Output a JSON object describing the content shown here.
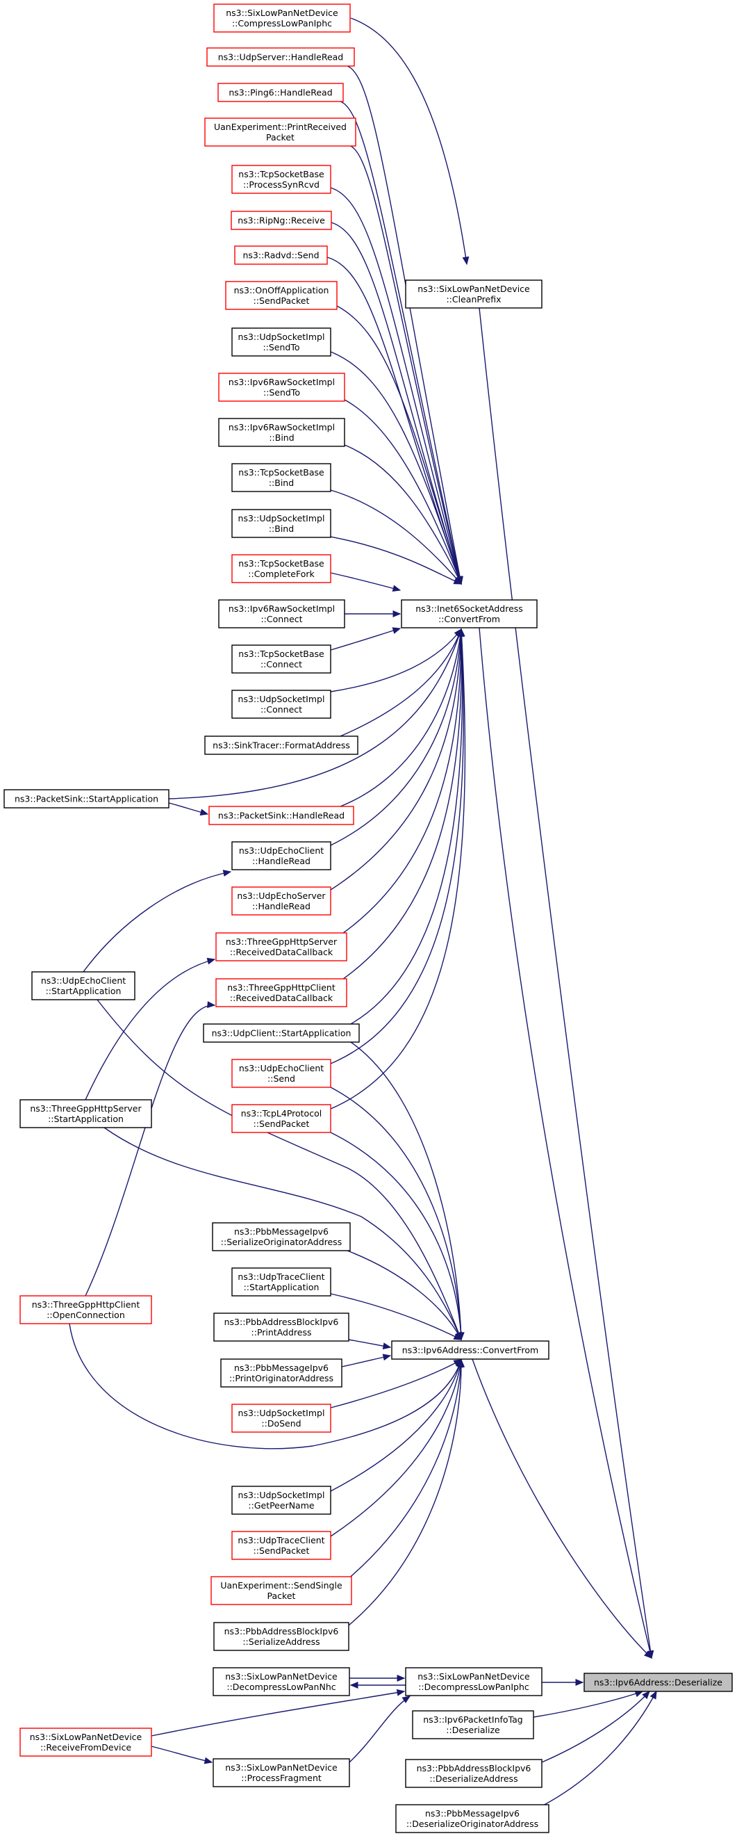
{
  "colors": {
    "edge": "#191970",
    "border_black": "#000000",
    "border_red": "#ff0000",
    "target_fill": "#bfbfbf",
    "background": "#ffffff"
  },
  "nodes": {
    "deserialize": {
      "lines": [
        "ns3::Ipv6Address::Deserialize"
      ],
      "border": "black",
      "highlight": true
    },
    "cleanPrefix": {
      "lines": [
        "ns3::SixLowPanNetDevice",
        "::CleanPrefix"
      ],
      "border": "black"
    },
    "inet6ConvertFrom": {
      "lines": [
        "ns3::Inet6SocketAddress",
        "::ConvertFrom"
      ],
      "border": "black"
    },
    "ipv6ConvertFrom": {
      "lines": [
        "ns3::Ipv6Address::ConvertFrom"
      ],
      "border": "black"
    },
    "decompressLowPanIphc": {
      "lines": [
        "ns3::SixLowPanNetDevice",
        "::DecompressLowPanIphc"
      ],
      "border": "black"
    },
    "ipv6PacketInfoTagDeserialize": {
      "lines": [
        "ns3::Ipv6PacketInfoTag",
        "::Deserialize"
      ],
      "border": "black"
    },
    "pbbAddressBlockDeserializeAddress": {
      "lines": [
        "ns3::PbbAddressBlockIpv6",
        "::DeserializeAddress"
      ],
      "border": "black"
    },
    "pbbMessageDeserializeOriginator": {
      "lines": [
        "ns3::PbbMessageIpv6",
        "::DeserializeOriginatorAddress"
      ],
      "border": "black"
    },
    "compressLowPanIphc": {
      "lines": [
        "ns3::SixLowPanNetDevice",
        "::CompressLowPanIphc"
      ],
      "border": "red"
    },
    "udpServerHandleRead": {
      "lines": [
        "ns3::UdpServer::HandleRead"
      ],
      "border": "red"
    },
    "ping6HandleRead": {
      "lines": [
        "ns3::Ping6::HandleRead"
      ],
      "border": "red"
    },
    "uanPrintReceived": {
      "lines": [
        "UanExperiment::PrintReceived",
        "Packet"
      ],
      "border": "red"
    },
    "tcpProcessSynRcvd": {
      "lines": [
        "ns3::TcpSocketBase",
        "::ProcessSynRcvd"
      ],
      "border": "red"
    },
    "ripNgReceive": {
      "lines": [
        "ns3::RipNg::Receive"
      ],
      "border": "red"
    },
    "radvdSend": {
      "lines": [
        "ns3::Radvd::Send"
      ],
      "border": "red"
    },
    "onOffSendPacket": {
      "lines": [
        "ns3::OnOffApplication",
        "::SendPacket"
      ],
      "border": "red"
    },
    "udpSocketSendTo": {
      "lines": [
        "ns3::UdpSocketImpl",
        "::SendTo"
      ],
      "border": "black"
    },
    "ipv6RawSendTo": {
      "lines": [
        "ns3::Ipv6RawSocketImpl",
        "::SendTo"
      ],
      "border": "red"
    },
    "ipv6RawBind": {
      "lines": [
        "ns3::Ipv6RawSocketImpl",
        "::Bind"
      ],
      "border": "black"
    },
    "tcpBind": {
      "lines": [
        "ns3::TcpSocketBase",
        "::Bind"
      ],
      "border": "black"
    },
    "udpSocketBind": {
      "lines": [
        "ns3::UdpSocketImpl",
        "::Bind"
      ],
      "border": "black"
    },
    "tcpCompleteFork": {
      "lines": [
        "ns3::TcpSocketBase",
        "::CompleteFork"
      ],
      "border": "red"
    },
    "ipv6RawConnect": {
      "lines": [
        "ns3::Ipv6RawSocketImpl",
        "::Connect"
      ],
      "border": "black"
    },
    "tcpConnect": {
      "lines": [
        "ns3::TcpSocketBase",
        "::Connect"
      ],
      "border": "black"
    },
    "udpSocketConnect": {
      "lines": [
        "ns3::UdpSocketImpl",
        "::Connect"
      ],
      "border": "black"
    },
    "sinkTracerFormat": {
      "lines": [
        "ns3::SinkTracer::FormatAddress"
      ],
      "border": "black"
    },
    "packetSinkStart": {
      "lines": [
        "ns3::PacketSink::StartApplication"
      ],
      "border": "black"
    },
    "packetSinkHandleRead": {
      "lines": [
        "ns3::PacketSink::HandleRead"
      ],
      "border": "red"
    },
    "udpEchoClientHandleRead": {
      "lines": [
        "ns3::UdpEchoClient",
        "::HandleRead"
      ],
      "border": "black"
    },
    "udpEchoServerHandleRead": {
      "lines": [
        "ns3::UdpEchoServer",
        "::HandleRead"
      ],
      "border": "red"
    },
    "udpEchoClientStart": {
      "lines": [
        "ns3::UdpEchoClient",
        "::StartApplication"
      ],
      "border": "black"
    },
    "threeGppServerReceived": {
      "lines": [
        "ns3::ThreeGppHttpServer",
        "::ReceivedDataCallback"
      ],
      "border": "red"
    },
    "threeGppClientReceived": {
      "lines": [
        "ns3::ThreeGppHttpClient",
        "::ReceivedDataCallback"
      ],
      "border": "red"
    },
    "udpClientStart": {
      "lines": [
        "ns3::UdpClient::StartApplication"
      ],
      "border": "black"
    },
    "udpEchoClientSend": {
      "lines": [
        "ns3::UdpEchoClient",
        "::Send"
      ],
      "border": "red"
    },
    "tcpL4SendPacket": {
      "lines": [
        "ns3::TcpL4Protocol",
        "::SendPacket"
      ],
      "border": "red"
    },
    "threeGppServerStart": {
      "lines": [
        "ns3::ThreeGppHttpServer",
        "::StartApplication"
      ],
      "border": "black"
    },
    "pbbMessageSerializeOriginator": {
      "lines": [
        "ns3::PbbMessageIpv6",
        "::SerializeOriginatorAddress"
      ],
      "border": "black"
    },
    "udpTraceClientStart": {
      "lines": [
        "ns3::UdpTraceClient",
        "::StartApplication"
      ],
      "border": "black"
    },
    "pbbAddressBlockPrintAddress": {
      "lines": [
        "ns3::PbbAddressBlockIpv6",
        "::PrintAddress"
      ],
      "border": "black"
    },
    "pbbMessagePrintOriginator": {
      "lines": [
        "ns3::PbbMessageIpv6",
        "::PrintOriginatorAddress"
      ],
      "border": "black"
    },
    "threeGppClientOpen": {
      "lines": [
        "ns3::ThreeGppHttpClient",
        "::OpenConnection"
      ],
      "border": "red"
    },
    "udpSocketDoSend": {
      "lines": [
        "ns3::UdpSocketImpl",
        "::DoSend"
      ],
      "border": "red"
    },
    "udpSocketGetPeerName": {
      "lines": [
        "ns3::UdpSocketImpl",
        "::GetPeerName"
      ],
      "border": "black"
    },
    "udpTraceClientSendPacket": {
      "lines": [
        "ns3::UdpTraceClient",
        "::SendPacket"
      ],
      "border": "red"
    },
    "uanSendSingle": {
      "lines": [
        "UanExperiment::SendSingle",
        "Packet"
      ],
      "border": "red"
    },
    "pbbAddressBlockSerializeAddress": {
      "lines": [
        "ns3::PbbAddressBlockIpv6",
        "::SerializeAddress"
      ],
      "border": "black"
    },
    "decompressLowPanNhc": {
      "lines": [
        "ns3::SixLowPanNetDevice",
        "::DecompressLowPanNhc"
      ],
      "border": "black"
    },
    "receiveFromDevice": {
      "lines": [
        "ns3::SixLowPanNetDevice",
        "::ReceiveFromDevice"
      ],
      "border": "red"
    },
    "processFragment": {
      "lines": [
        "ns3::SixLowPanNetDevice",
        "::ProcessFragment"
      ],
      "border": "black"
    }
  },
  "edges": [
    [
      "compressLowPanIphc",
      "cleanPrefix"
    ],
    [
      "cleanPrefix",
      "deserialize"
    ],
    [
      "udpServerHandleRead",
      "inet6ConvertFrom"
    ],
    [
      "ping6HandleRead",
      "inet6ConvertFrom"
    ],
    [
      "uanPrintReceived",
      "inet6ConvertFrom"
    ],
    [
      "tcpProcessSynRcvd",
      "inet6ConvertFrom"
    ],
    [
      "ripNgReceive",
      "inet6ConvertFrom"
    ],
    [
      "radvdSend",
      "inet6ConvertFrom"
    ],
    [
      "onOffSendPacket",
      "inet6ConvertFrom"
    ],
    [
      "udpSocketSendTo",
      "inet6ConvertFrom"
    ],
    [
      "ipv6RawSendTo",
      "inet6ConvertFrom"
    ],
    [
      "ipv6RawBind",
      "inet6ConvertFrom"
    ],
    [
      "tcpBind",
      "inet6ConvertFrom"
    ],
    [
      "udpSocketBind",
      "inet6ConvertFrom"
    ],
    [
      "tcpCompleteFork",
      "inet6ConvertFrom"
    ],
    [
      "ipv6RawConnect",
      "inet6ConvertFrom"
    ],
    [
      "tcpConnect",
      "inet6ConvertFrom"
    ],
    [
      "udpSocketConnect",
      "inet6ConvertFrom"
    ],
    [
      "sinkTracerFormat",
      "inet6ConvertFrom"
    ],
    [
      "packetSinkStart",
      "inet6ConvertFrom"
    ],
    [
      "packetSinkStart",
      "packetSinkHandleRead"
    ],
    [
      "packetSinkHandleRead",
      "inet6ConvertFrom"
    ],
    [
      "udpEchoClientHandleRead",
      "inet6ConvertFrom"
    ],
    [
      "udpEchoServerHandleRead",
      "inet6ConvertFrom"
    ],
    [
      "threeGppServerReceived",
      "inet6ConvertFrom"
    ],
    [
      "threeGppClientReceived",
      "inet6ConvertFrom"
    ],
    [
      "udpClientStart",
      "inet6ConvertFrom"
    ],
    [
      "udpEchoClientSend",
      "inet6ConvertFrom"
    ],
    [
      "tcpL4SendPacket",
      "inet6ConvertFrom"
    ],
    [
      "inet6ConvertFrom",
      "deserialize"
    ],
    [
      "udpEchoClientStart",
      "udpEchoClientHandleRead"
    ],
    [
      "threeGppServerStart",
      "threeGppServerReceived"
    ],
    [
      "threeGppClientOpen",
      "threeGppClientReceived"
    ],
    [
      "udpEchoClientStart",
      "ipv6ConvertFrom"
    ],
    [
      "threeGppServerStart",
      "ipv6ConvertFrom"
    ],
    [
      "udpClientStart",
      "ipv6ConvertFrom"
    ],
    [
      "udpEchoClientSend",
      "ipv6ConvertFrom"
    ],
    [
      "tcpL4SendPacket",
      "ipv6ConvertFrom"
    ],
    [
      "pbbMessageSerializeOriginator",
      "ipv6ConvertFrom"
    ],
    [
      "udpTraceClientStart",
      "ipv6ConvertFrom"
    ],
    [
      "pbbAddressBlockPrintAddress",
      "ipv6ConvertFrom"
    ],
    [
      "pbbMessagePrintOriginator",
      "ipv6ConvertFrom"
    ],
    [
      "udpSocketDoSend",
      "ipv6ConvertFrom"
    ],
    [
      "threeGppClientOpen",
      "ipv6ConvertFrom"
    ],
    [
      "udpSocketGetPeerName",
      "ipv6ConvertFrom"
    ],
    [
      "udpTraceClientSendPacket",
      "ipv6ConvertFrom"
    ],
    [
      "uanSendSingle",
      "ipv6ConvertFrom"
    ],
    [
      "pbbAddressBlockSerializeAddress",
      "ipv6ConvertFrom"
    ],
    [
      "ipv6ConvertFrom",
      "deserialize"
    ],
    [
      "decompressLowPanIphc",
      "deserialize"
    ],
    [
      "decompressLowPanIphc",
      "decompressLowPanNhc"
    ],
    [
      "decompressLowPanNhc",
      "decompressLowPanIphc"
    ],
    [
      "receiveFromDevice",
      "decompressLowPanIphc"
    ],
    [
      "receiveFromDevice",
      "processFragment"
    ],
    [
      "processFragment",
      "decompressLowPanIphc"
    ],
    [
      "ipv6PacketInfoTagDeserialize",
      "deserialize"
    ],
    [
      "pbbAddressBlockDeserializeAddress",
      "deserialize"
    ],
    [
      "pbbMessageDeserializeOriginator",
      "deserialize"
    ]
  ]
}
